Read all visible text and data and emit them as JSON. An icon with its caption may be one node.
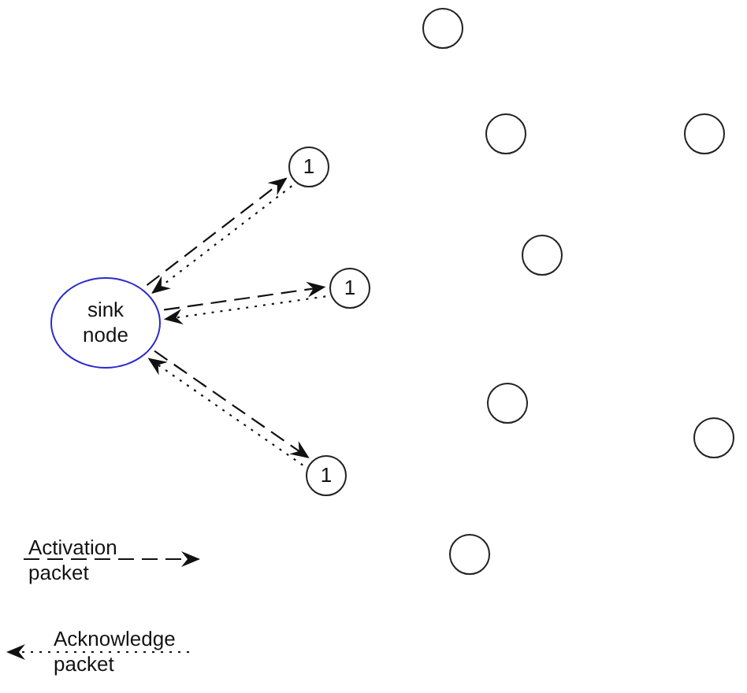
{
  "diagram": {
    "nodes": [
      {
        "text": [
          "sink node"
        ]
      },
      {
        "text": [
          "1"
        ]
      },
      {
        "text": [
          "1"
        ]
      },
      {
        "text": [
          "1"
        ]
      },
      {
        "text": [],
        "shape": "circle"
      },
      {
        "text": [],
        "shape": "circle"
      },
      {
        "text": [],
        "shape": "circle"
      },
      {
        "text": [],
        "shape": "circle"
      },
      {
        "text": [],
        "shape": "circle"
      },
      {
        "text": [],
        "shape": "circle"
      },
      {
        "text": [],
        "shape": "circle"
      }
    ],
    "edges": [
      {
        "from": 0,
        "to": 1,
        "arrow": "to",
        "style": "dashed"
      },
      {
        "from": 1,
        "to": 0,
        "arrow": "to"
      },
      {
        "from": 0,
        "to": 2,
        "arrow": "to",
        "style": "dashed"
      },
      {
        "from": 2,
        "to": 0,
        "arrow": "to"
      },
      {
        "from": 0,
        "to": 3,
        "arrow": "to",
        "style": "dashed"
      },
      {
        "from": 3,
        "to": 0,
        "arrow": "to"
      }
    ],
    "legend": [
      {
        "text": "Activation packet"
      },
      {
        "text": "Acknowledge packet"
      }
    ]
  }
}
